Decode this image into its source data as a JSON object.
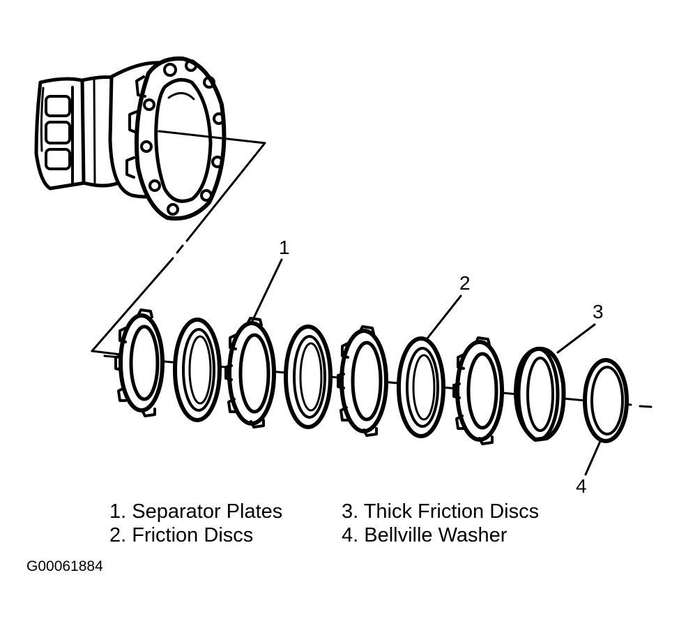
{
  "callouts": [
    "1",
    "2",
    "3",
    "4"
  ],
  "legend": [
    "1. Separator Plates",
    "2. Friction Discs",
    "3. Thick Friction Discs",
    "4. Bellville Washer"
  ],
  "figure_id": "G00061884",
  "colors": {
    "ink": "#000000",
    "paper": "#ffffff"
  }
}
